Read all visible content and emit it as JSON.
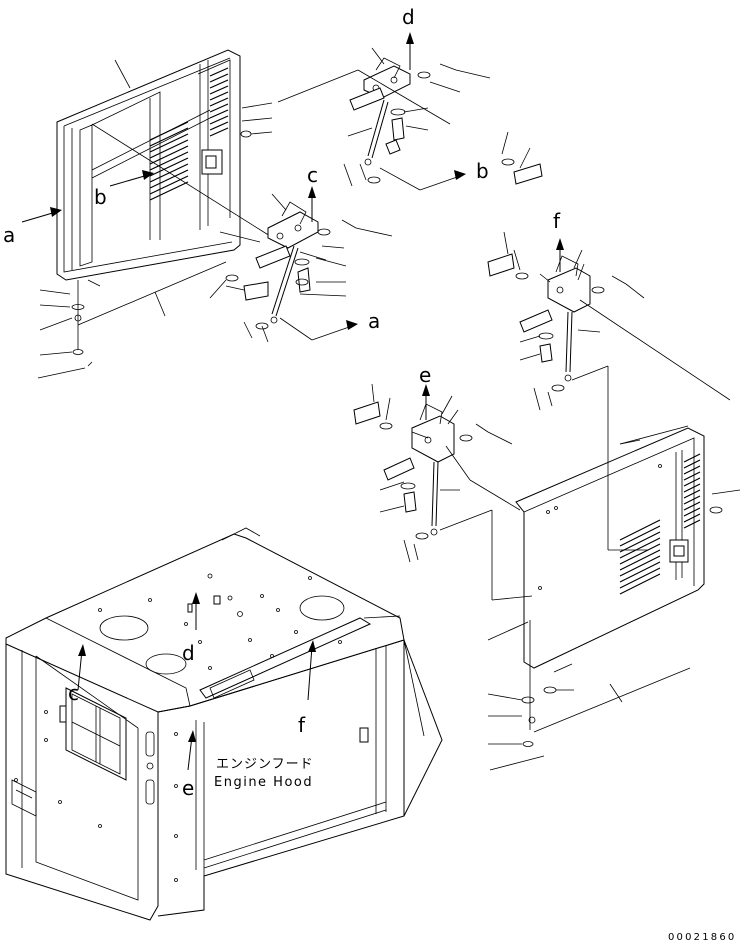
{
  "caption": {
    "jp": "エンジンフード",
    "en": "Engine Hood"
  },
  "drawing_number": "00021860",
  "view_labels": {
    "a_arrow": "a",
    "a_left": "a",
    "b_arrow": "b",
    "b_left": "b",
    "c_top": "c",
    "c_body": "c",
    "d_top": "d",
    "d_body": "d",
    "e_top": "e",
    "e_body": "e",
    "f_top": "f",
    "f_body": "f"
  }
}
